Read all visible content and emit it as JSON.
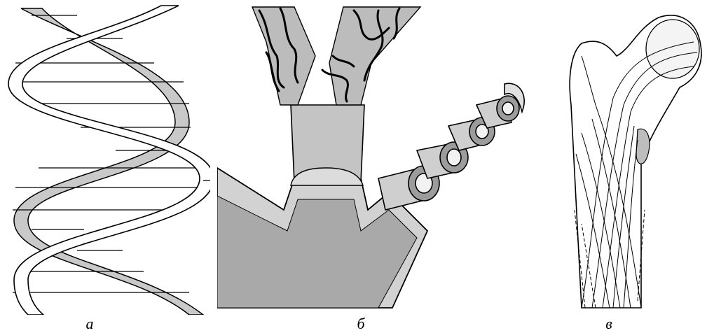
{
  "figure": {
    "panels": [
      {
        "id": "a",
        "label": "а",
        "subject": "double-helix"
      },
      {
        "id": "b",
        "label": "б",
        "subject": "vessel-spiral-layers"
      },
      {
        "id": "v",
        "label": "в",
        "subject": "femur-trabecular-lattice"
      }
    ],
    "colors": {
      "outline": "#000000",
      "shade_light": "#d4d4d4",
      "shade_mid": "#b8b8b8",
      "shade_dark": "#8c8c8c",
      "background": "#ffffff"
    }
  }
}
